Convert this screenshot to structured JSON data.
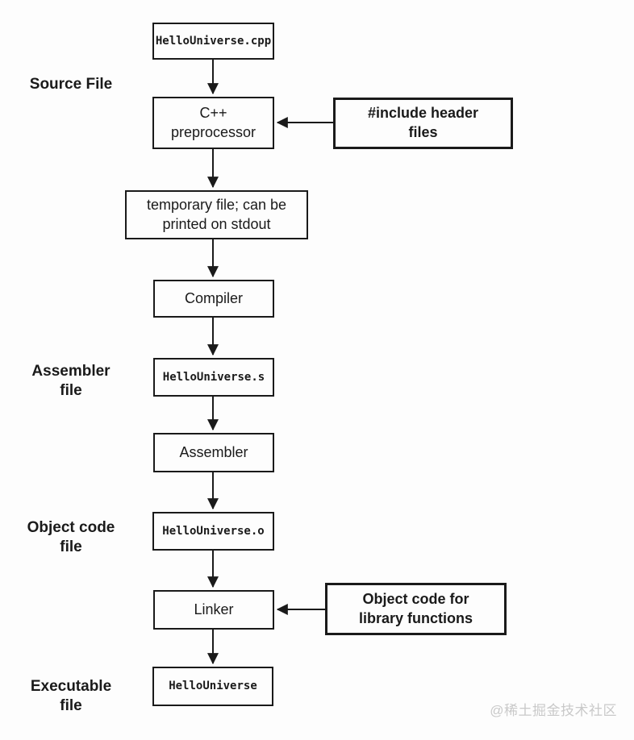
{
  "flow": {
    "nodes": {
      "source_cpp": {
        "label": "HelloUniverse.cpp"
      },
      "preprocessor": {
        "label": "C++\npreprocessor"
      },
      "include_headers": {
        "label": "#include header\nfiles"
      },
      "temp_file": {
        "label": "temporary file; can be\nprinted on stdout"
      },
      "compiler": {
        "label": "Compiler"
      },
      "assembly_s": {
        "label": "HelloUniverse.s"
      },
      "assembler": {
        "label": "Assembler"
      },
      "object_o": {
        "label": "HelloUniverse.o"
      },
      "linker": {
        "label": "Linker"
      },
      "object_lib": {
        "label": "Object code for\nlibrary functions"
      },
      "executable": {
        "label": "HelloUniverse"
      }
    },
    "side_labels": {
      "source": "Source File",
      "assembler": "Assembler\nfile",
      "object": "Object code\nfile",
      "executable": "Executable\nfile"
    },
    "watermark": "@稀土掘金技术社区",
    "colors": {
      "line": "#1a1a1a",
      "watermark": "#c9c9c9",
      "background": "#fdfdfd"
    }
  }
}
